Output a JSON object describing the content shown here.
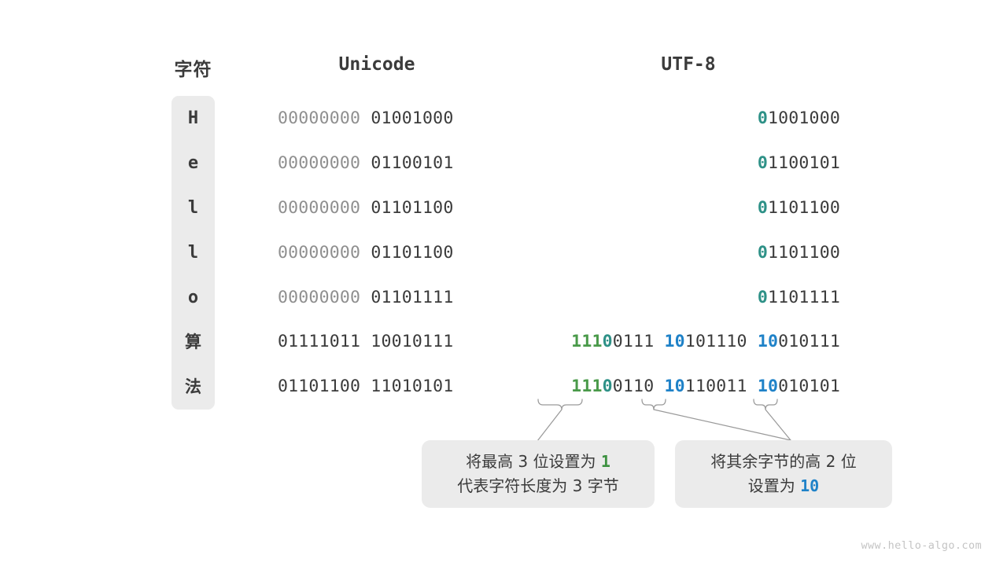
{
  "headers": {
    "character": "字符",
    "unicode": "Unicode",
    "utf8": "UTF-8"
  },
  "colors": {
    "green": "#4a9a4a",
    "teal": "#2e9187",
    "blue": "#1f82c8",
    "dim": "#8f8f8f",
    "text": "#3b3b3b",
    "panel": "#ebebeb",
    "background": "#ffffff",
    "watermark": "#c4c4c4"
  },
  "rows": [
    {
      "char": "H",
      "unicode_dim": "00000000",
      "unicode_main": "01001000",
      "utf8_type": "single",
      "utf8_lead": "0",
      "utf8_rest": "1001000"
    },
    {
      "char": "e",
      "unicode_dim": "00000000",
      "unicode_main": "01100101",
      "utf8_type": "single",
      "utf8_lead": "0",
      "utf8_rest": "1100101"
    },
    {
      "char": "l",
      "unicode_dim": "00000000",
      "unicode_main": "01101100",
      "utf8_type": "single",
      "utf8_lead": "0",
      "utf8_rest": "1101100"
    },
    {
      "char": "l",
      "unicode_dim": "00000000",
      "unicode_main": "01101100",
      "utf8_type": "single",
      "utf8_lead": "0",
      "utf8_rest": "1101100"
    },
    {
      "char": "o",
      "unicode_dim": "00000000",
      "unicode_main": "01101111",
      "utf8_type": "single",
      "utf8_lead": "0",
      "utf8_rest": "1101111"
    },
    {
      "char": "算",
      "unicode_dim": "",
      "unicode_main": "01111011 10010111",
      "utf8_type": "multi",
      "b1_green": "111",
      "b1_teal": "0",
      "b1_rest": "0111",
      "b2_blue": "10",
      "b2_rest": "101110",
      "b3_blue": "10",
      "b3_rest": "010111"
    },
    {
      "char": "法",
      "unicode_dim": "",
      "unicode_main": "01101100 11010101",
      "utf8_type": "multi",
      "b1_green": "111",
      "b1_teal": "0",
      "b1_rest": "0110",
      "b2_blue": "10",
      "b2_rest": "110011",
      "b3_blue": "10",
      "b3_rest": "010101"
    }
  ],
  "notes": [
    {
      "line1_pre": "将最高 3 位设置为 ",
      "line1_hl": "1",
      "line2": "代表字符长度为 3 字节"
    },
    {
      "line1": "将其余字节的高 2 位",
      "line2_pre": "设置为 ",
      "line2_hl": "10"
    }
  ],
  "watermark": "www.hello-algo.com"
}
